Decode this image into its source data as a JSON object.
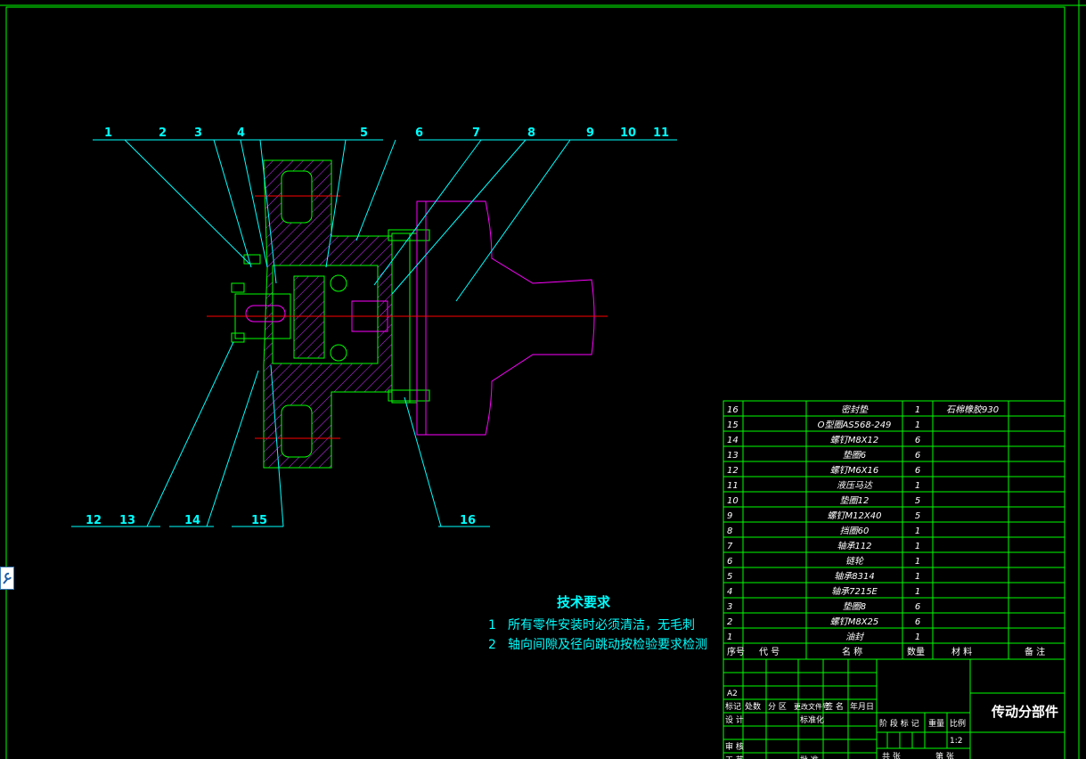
{
  "balloons": [
    "1",
    "2",
    "3",
    "4",
    "5",
    "6",
    "7",
    "8",
    "9",
    "10",
    "11",
    "12",
    "13",
    "14",
    "15",
    "16"
  ],
  "tech_requirements": {
    "title": "技术要求",
    "items": [
      {
        "num": "1",
        "text": "所有零件安装时必须清洁，无毛刺"
      },
      {
        "num": "2",
        "text": "轴向间隙及径向跳动按检验要求检测"
      }
    ]
  },
  "bom": {
    "rows": [
      {
        "no": "16",
        "name": "密封垫",
        "qty": "1",
        "material": "石棉橡胶930"
      },
      {
        "no": "15",
        "name": "O型圈AS568-249",
        "qty": "1",
        "material": ""
      },
      {
        "no": "14",
        "name": "螺钉M8X12",
        "qty": "6",
        "material": ""
      },
      {
        "no": "13",
        "name": "垫圈6",
        "qty": "6",
        "material": ""
      },
      {
        "no": "12",
        "name": "螺钉M6X16",
        "qty": "6",
        "material": ""
      },
      {
        "no": "11",
        "name": "液压马达",
        "qty": "1",
        "material": ""
      },
      {
        "no": "10",
        "name": "垫圈12",
        "qty": "5",
        "material": ""
      },
      {
        "no": "9",
        "name": "螺钉M12X40",
        "qty": "5",
        "material": ""
      },
      {
        "no": "8",
        "name": "挡圈60",
        "qty": "1",
        "material": ""
      },
      {
        "no": "7",
        "name": "轴承112",
        "qty": "1",
        "material": ""
      },
      {
        "no": "6",
        "name": "链轮",
        "qty": "1",
        "material": ""
      },
      {
        "no": "5",
        "name": "轴承8314",
        "qty": "1",
        "material": ""
      },
      {
        "no": "4",
        "name": "轴承7215E",
        "qty": "1",
        "material": ""
      },
      {
        "no": "3",
        "name": "垫圈8",
        "qty": "6",
        "material": ""
      },
      {
        "no": "2",
        "name": "螺钉M8X25",
        "qty": "6",
        "material": ""
      },
      {
        "no": "1",
        "name": "油封",
        "qty": "1",
        "material": ""
      }
    ],
    "header": {
      "no": "序号",
      "code": "代    号",
      "name": "名    称",
      "qty": "数量",
      "material": "材    料",
      "note": "备    注"
    }
  },
  "title_block": {
    "drawing_name": "传动分部件",
    "a2": "A2",
    "rev_labels": [
      "标记",
      "处数",
      "分  区",
      "更改文件号",
      "签  名",
      "年月日"
    ],
    "design": "设  计",
    "standardize": "标准化",
    "stage_labels": [
      "阶  段  标  记",
      "重量",
      "比例"
    ],
    "scale": "1:2",
    "review": "审  核",
    "process": "工  艺",
    "approve": "批  准",
    "sheet_total": "共    张",
    "sheet_no": "第    张"
  },
  "colors": {
    "frame": "#00ff00",
    "leader": "#00ffff",
    "part": "#ff00ff",
    "hatch": "#cc33ff",
    "center": "#ff0000",
    "text": "#ffffff"
  }
}
